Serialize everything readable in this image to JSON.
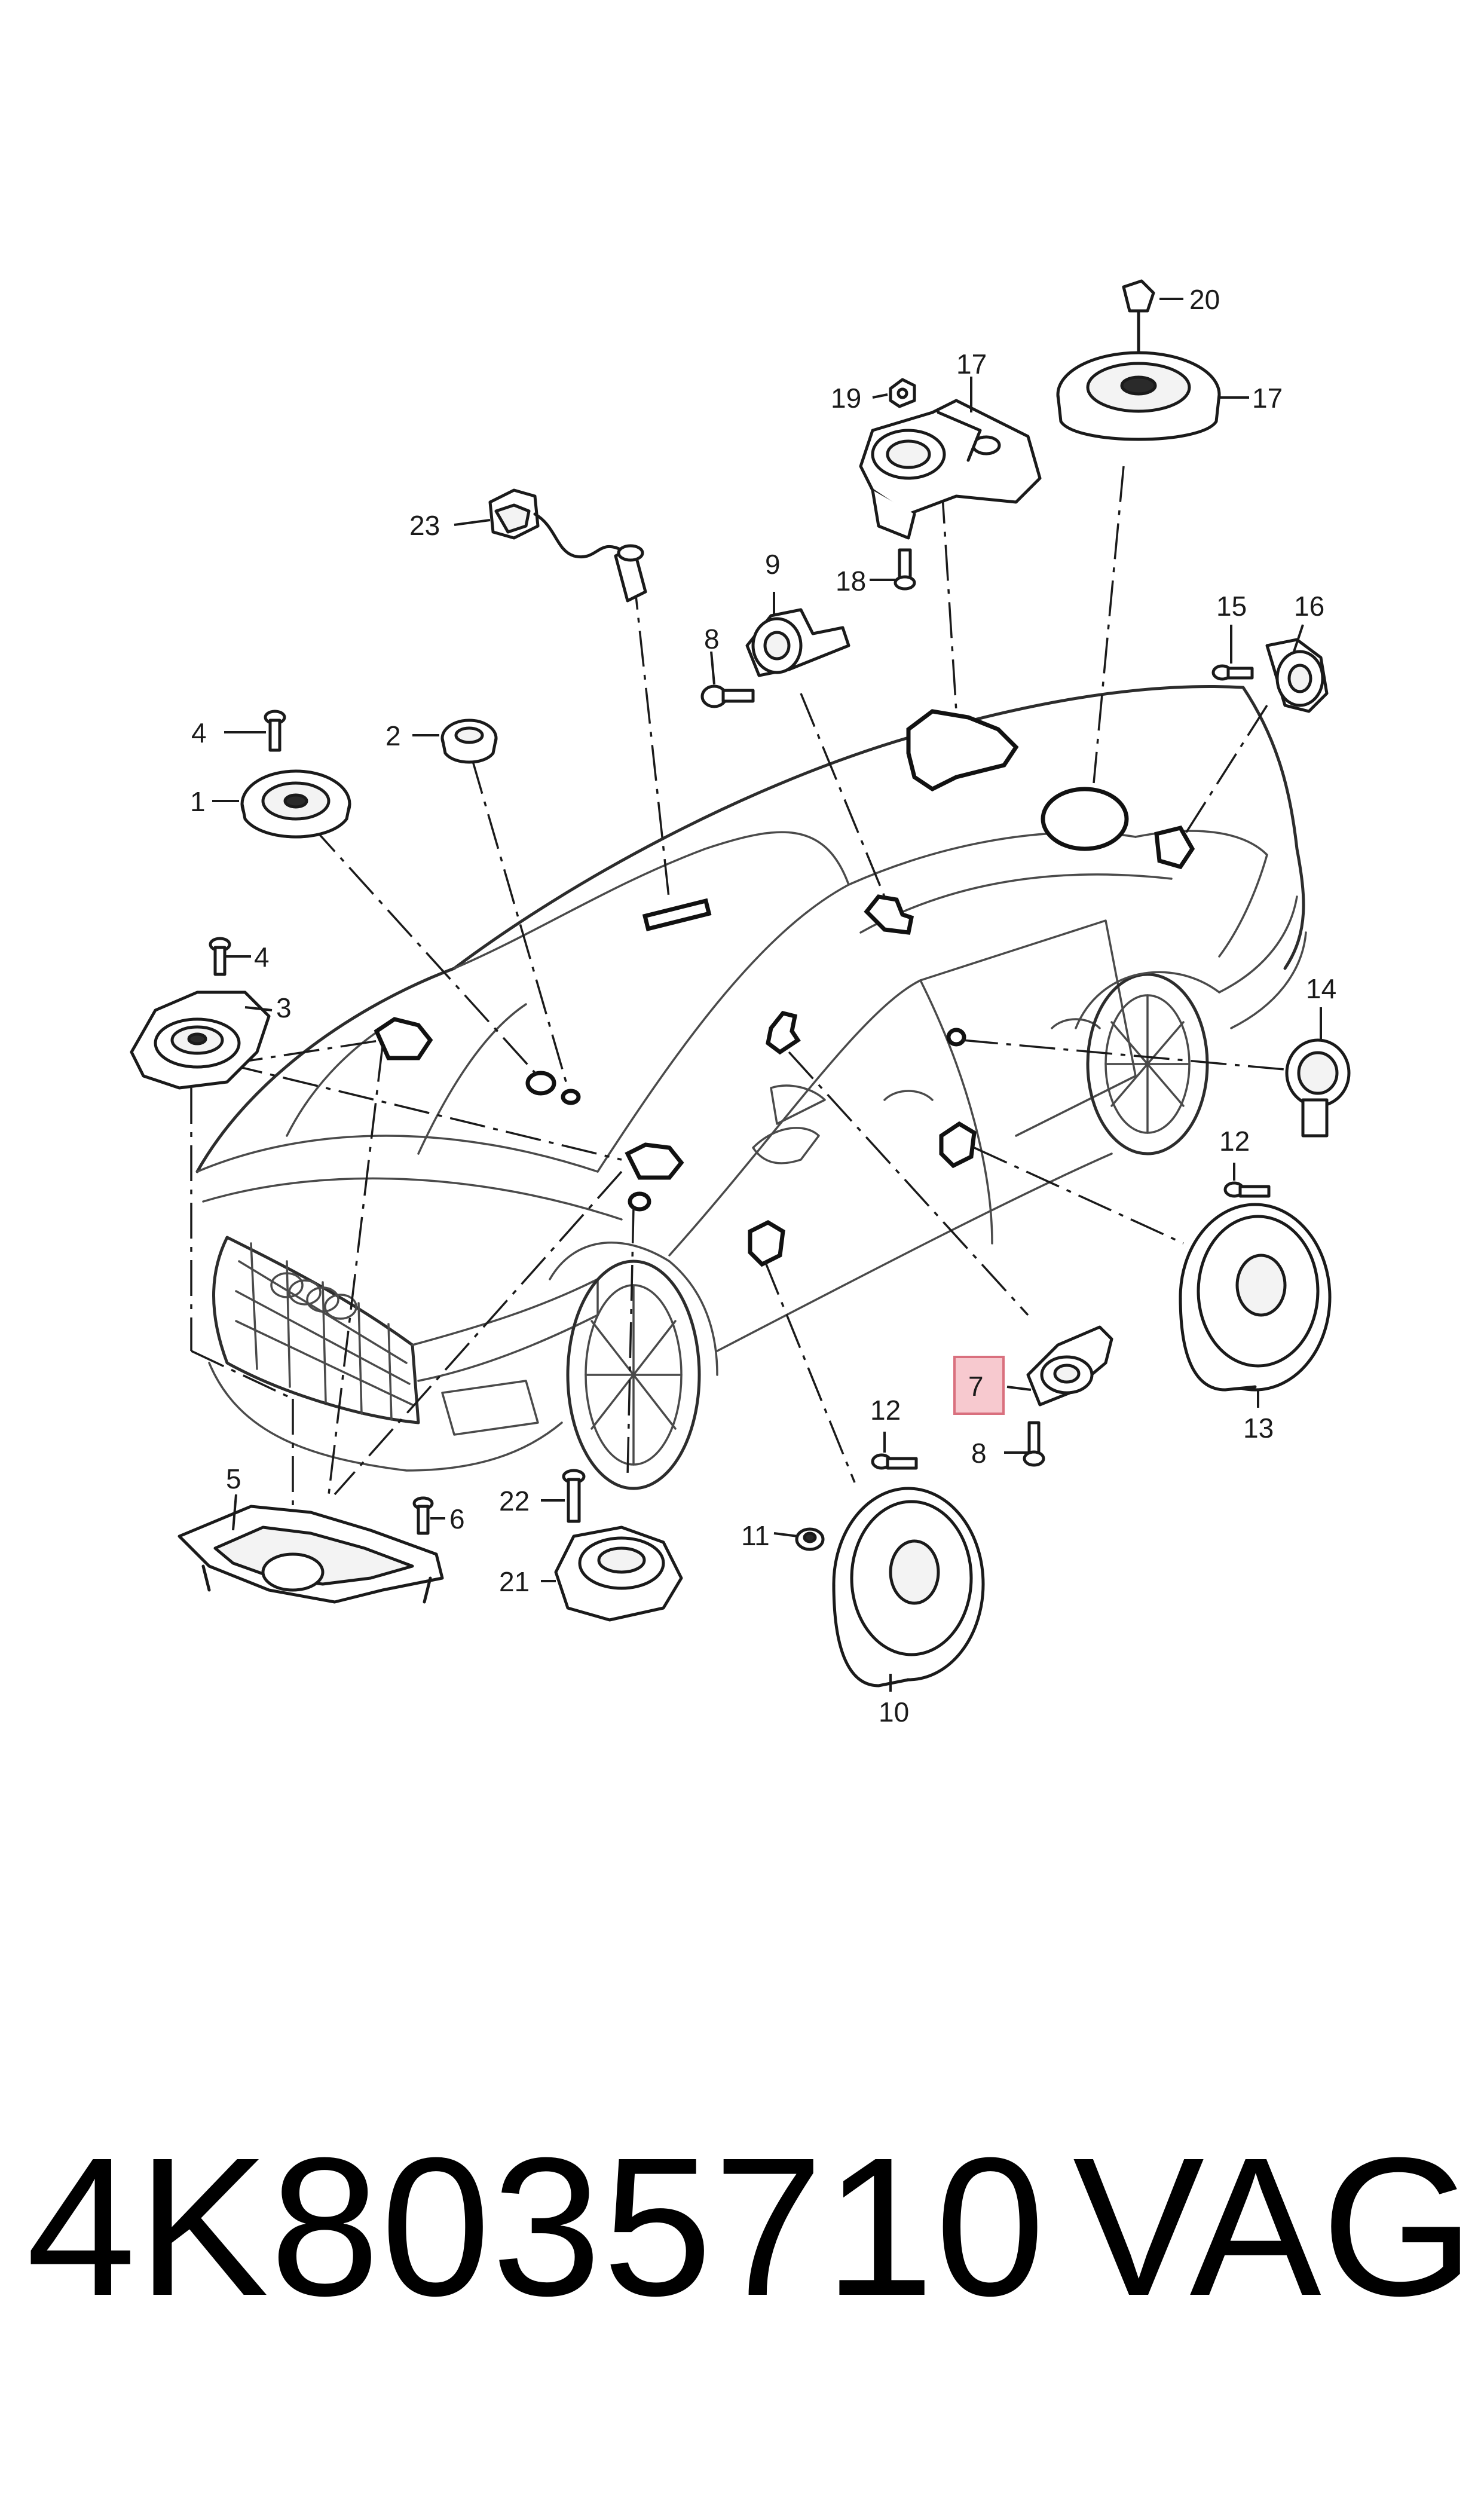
{
  "footer": {
    "part_number": "4K8035710",
    "brand": "VAG"
  },
  "callouts": {
    "c1": "1",
    "c2": "2",
    "c3": "3",
    "c4a": "4",
    "c4b": "4",
    "c5": "5",
    "c6": "6",
    "c7": "7",
    "c8a": "8",
    "c8b": "8",
    "c9": "9",
    "c10": "10",
    "c11": "11",
    "c12a": "12",
    "c12b": "12",
    "c13": "13",
    "c14": "14",
    "c15": "15",
    "c16": "16",
    "c17a": "17",
    "c17b": "17",
    "c18": "18",
    "c19": "19",
    "c20": "20",
    "c21": "21",
    "c22": "22",
    "c23": "23"
  },
  "highlight": {
    "callout_key": "c7",
    "fill_color": "#f7c9cf",
    "border_color": "#d9707e"
  }
}
